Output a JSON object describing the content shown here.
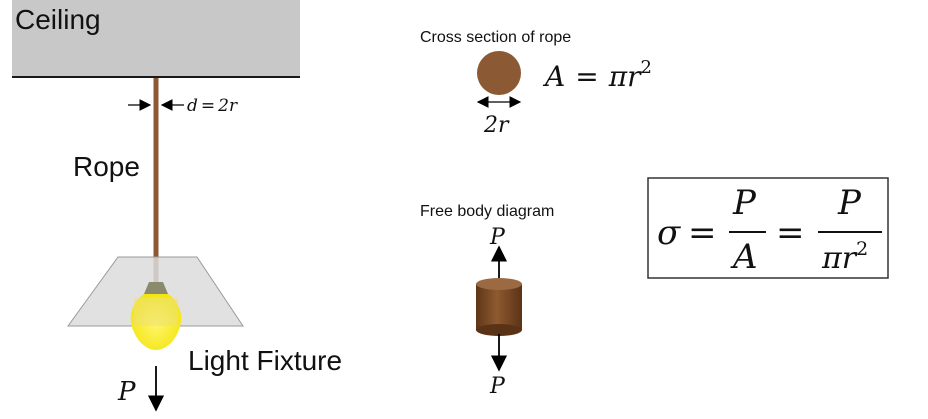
{
  "ceiling": {
    "label": "Ceiling"
  },
  "rope": {
    "label": "Rope",
    "diameter_label": {
      "var": "d",
      "eq": "=",
      "value": "2r"
    }
  },
  "fixture": {
    "label": "Light Fixture",
    "load_label": "P"
  },
  "cross_section": {
    "title": "Cross section of rope",
    "dimension_label": "2r",
    "area_formula": {
      "lhs": "A",
      "eq": "=",
      "rhs_coef": "π",
      "rhs_var": "r",
      "rhs_exp": "2"
    }
  },
  "free_body": {
    "title": "Free body diagram",
    "top_force": "P",
    "bottom_force": "P"
  },
  "stress_formula": {
    "lhs": "σ",
    "eq1": "=",
    "num1": "P",
    "den1": "A",
    "eq2": "=",
    "num2": "P",
    "den2_coef": "π",
    "den2_var": "r",
    "den2_exp": "2"
  },
  "colors": {
    "ceiling_fill": "#c8c8c8",
    "ceiling_edge": "#1a1a1a",
    "rope": "#8b5a34",
    "shade_fill": "#dcdcdc",
    "bulb_yellow": "#f4e80a",
    "bulb_glow": "#ece07a",
    "socket": "#8c8a6c",
    "cross_section_fill": "#8b5a34",
    "cylinder_body": "#7a4a26",
    "cylinder_top": "#9b6a42",
    "text": "#111111"
  }
}
